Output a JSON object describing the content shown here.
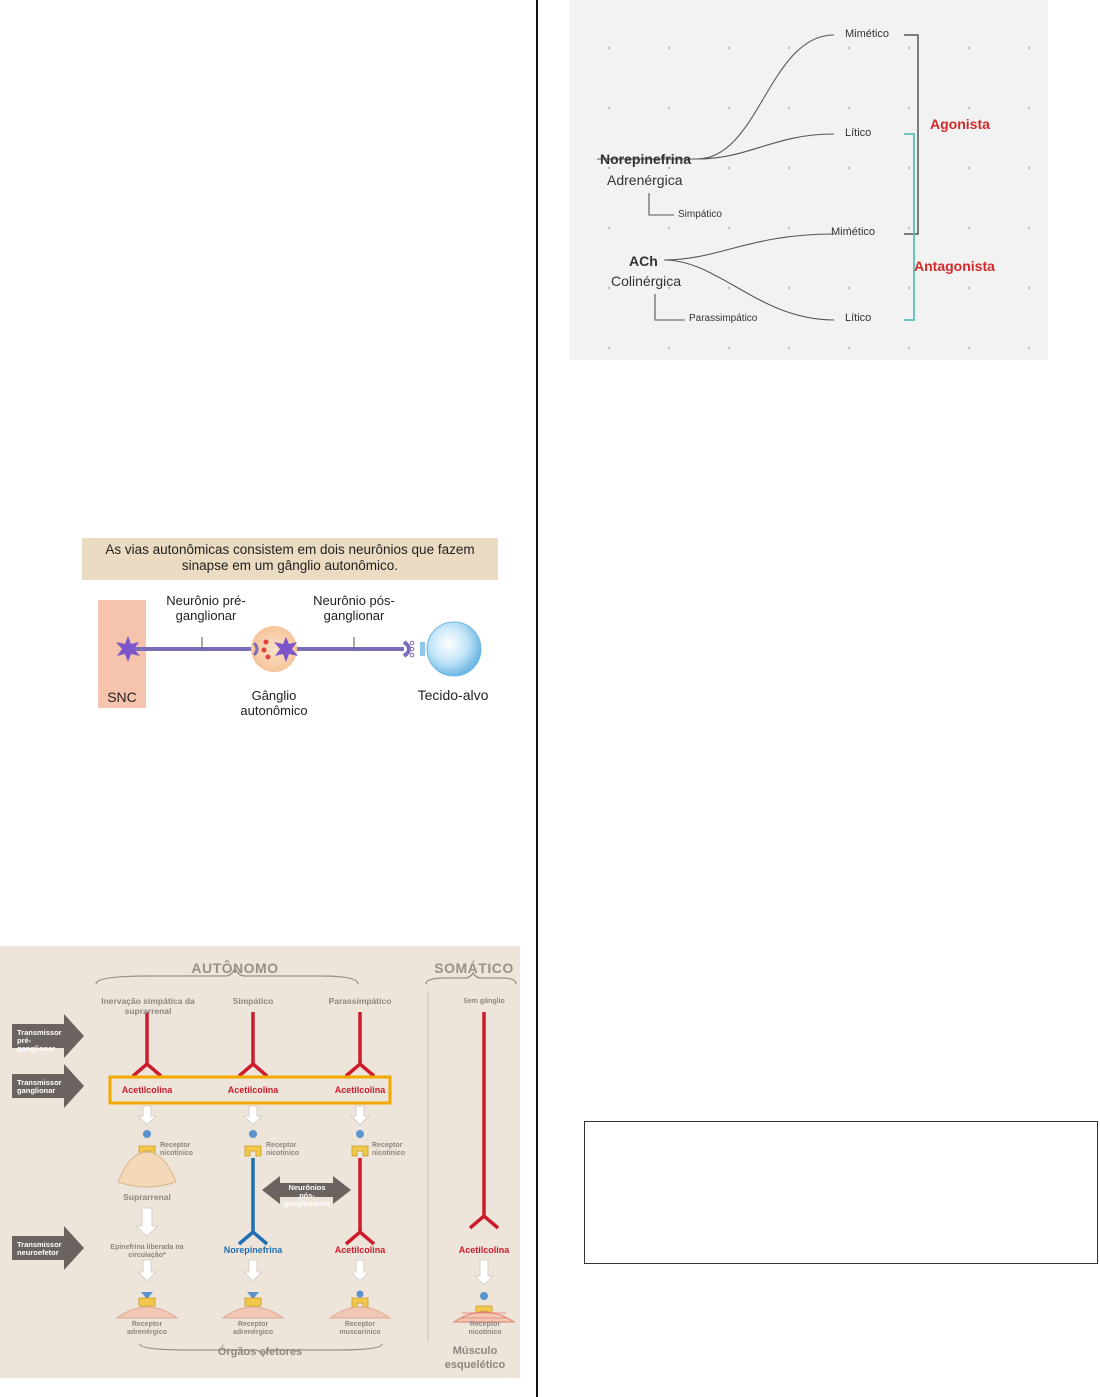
{
  "fig1": {
    "banner": "As vias autonômicas consistem em dois neurônios que fazem sinapse em um gânglio autonômico.",
    "pre_label": "Neurônio pré-ganglionar",
    "post_label": "Neurônio pós-ganglionar",
    "snc": "SNC",
    "ganglion": "Gânglio autonômico",
    "target": "Tecido-alvo"
  },
  "fig2": {
    "autonomo": "AUTÔNOMO",
    "somatico": "SOMÁTICO",
    "col1": "Inervação simpática da suprarrenal",
    "col2": "Simpático",
    "col3": "Parassimpático",
    "col4": "Sem gânglio",
    "arrow_pre": "Transmissor pré-ganglionar",
    "arrow_gang": "Transmissor ganglionar",
    "arrow_neuro": "Transmissor neuroefetor",
    "ach": "Acetilcolina",
    "receptor_nic": "Receptor nicotínico",
    "suprarrenal": "Suprarrenal",
    "pos_gang": "Neurônios pós-ganglionares",
    "epinefrina": "Epinefrina liberada na circulação*",
    "norepinefrina": "Norepinefrina",
    "rec_adren": "Receptor adrenérgico",
    "rec_musc": "Receptor muscarínico",
    "orgaos": "Órgãos efetores",
    "musculo": "Músculo esquelético",
    "colors": {
      "red": "#cc1b2c",
      "blue": "#1f6fb2",
      "highlight": "#f2a900"
    }
  },
  "fig3": {
    "norepinefrina": "Norepinefrina",
    "adrenergica": "Adrenérgica",
    "simpatico": "Simpático",
    "ach": "ACh",
    "colinergica": "Colinérgica",
    "parassimpatico": "Parassimpático",
    "mimetico": "Mimético",
    "litico": "Lítico",
    "agonista": "Agonista",
    "antagonista": "Antagonista",
    "colors": {
      "red": "#d42a2a",
      "teal": "#5bbfb5"
    }
  }
}
